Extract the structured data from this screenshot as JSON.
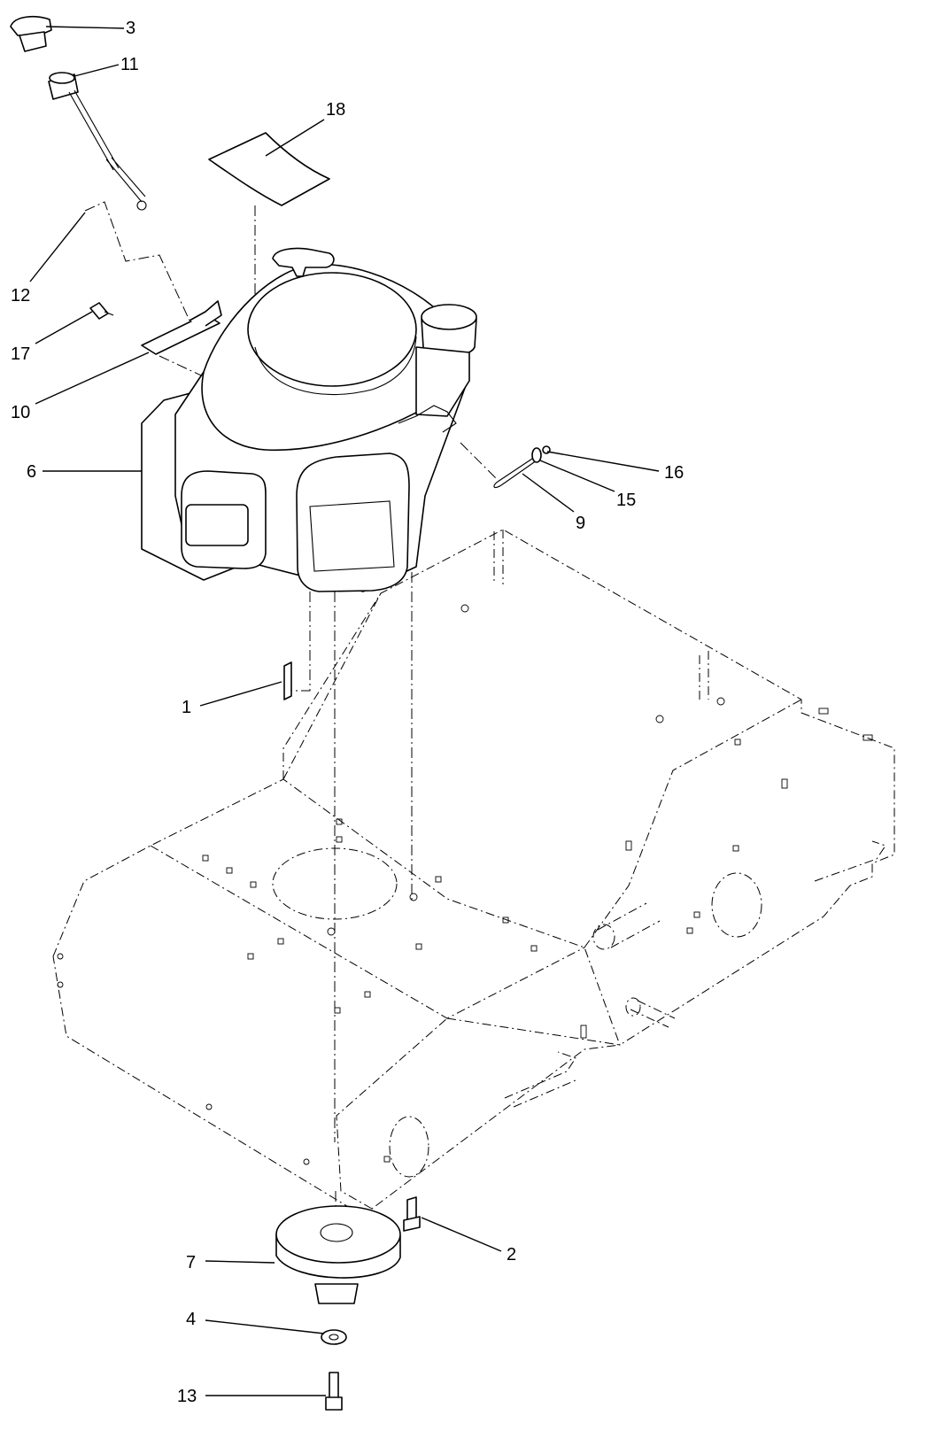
{
  "callouts": [
    {
      "id": "c1",
      "label": "1"
    },
    {
      "id": "c2",
      "label": "2"
    },
    {
      "id": "c3",
      "label": "3"
    },
    {
      "id": "c4",
      "label": "4"
    },
    {
      "id": "c6",
      "label": "6"
    },
    {
      "id": "c7",
      "label": "7"
    },
    {
      "id": "c9",
      "label": "9"
    },
    {
      "id": "c10",
      "label": "10"
    },
    {
      "id": "c11",
      "label": "11"
    },
    {
      "id": "c12",
      "label": "12"
    },
    {
      "id": "c13",
      "label": "13"
    },
    {
      "id": "c15",
      "label": "15"
    },
    {
      "id": "c16",
      "label": "16"
    },
    {
      "id": "c17",
      "label": "17"
    },
    {
      "id": "c18",
      "label": "18"
    }
  ]
}
